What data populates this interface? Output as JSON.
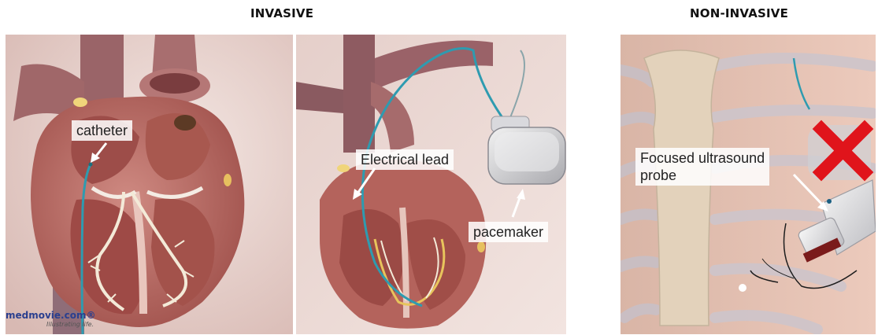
{
  "headings": {
    "invasive": "INVASIVE",
    "non_invasive": "NON-INVASIVE"
  },
  "labels": {
    "catheter": "catheter",
    "electrical_lead": "Electrical lead",
    "pacemaker": "pacemaker",
    "probe_line1": "Focused ultrasound",
    "probe_line2": "probe"
  },
  "logo": {
    "brand": "medmovie.com®",
    "tagline": "Illustrating life."
  },
  "colors": {
    "heart_muscle": "#b8655f",
    "heart_dark": "#7e3a36",
    "vessel": "#8b5a5c",
    "lead_wire": "#2e9bb0",
    "conduction": "#f3ead8",
    "cross": "#e0141b",
    "bone": "#e3d2bb"
  },
  "icons": [
    "heart-illustration",
    "pacemaker-device",
    "ultrasound-probe",
    "red-cross-icon",
    "ribcage-illustration"
  ]
}
